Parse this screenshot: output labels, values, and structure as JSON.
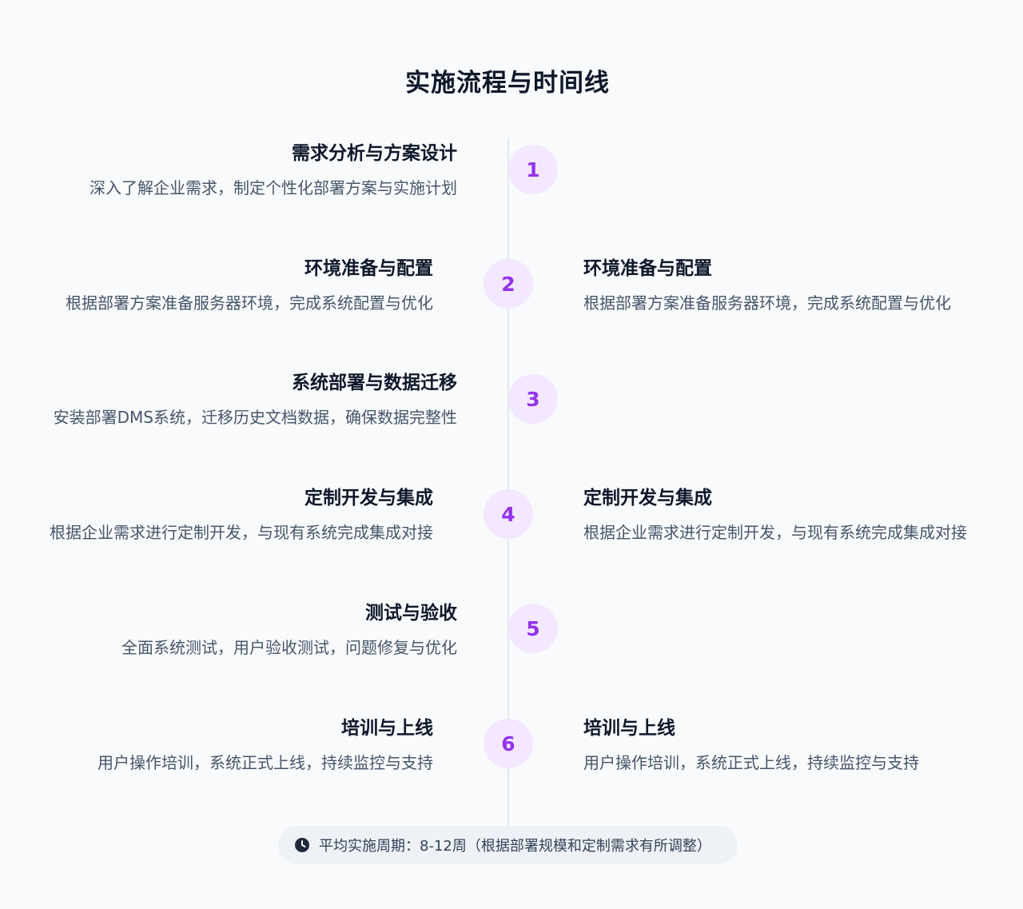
{
  "title": "实施流程与时间线",
  "steps": [
    {
      "num": "1",
      "title": "需求分析与方案设计",
      "desc": "深入了解企业需求，制定个性化部署方案与实施计划"
    },
    {
      "num": "2",
      "title": "环境准备与配置",
      "desc": "根据部署方案准备服务器环境，完成系统配置与优化"
    },
    {
      "num": "3",
      "title": "系统部署与数据迁移",
      "desc": "安装部署DMS系统，迁移历史文档数据，确保数据完整性"
    },
    {
      "num": "4",
      "title": "定制开发与集成",
      "desc": "根据企业需求进行定制开发，与现有系统完成集成对接"
    },
    {
      "num": "5",
      "title": "测试与验收",
      "desc": "全面系统测试，用户验收测试，问题修复与优化"
    },
    {
      "num": "6",
      "title": "培训与上线",
      "desc": "用户操作培训，系统正式上线，持续监控与支持"
    }
  ],
  "note": {
    "icon": "clock-icon",
    "text": "平均实施周期：8-12周（根据部署规模和定制需求有所调整）"
  },
  "colors": {
    "accent": "#9333ea",
    "circle_bg": "#f3e8ff",
    "line": "#e2e8f0"
  }
}
